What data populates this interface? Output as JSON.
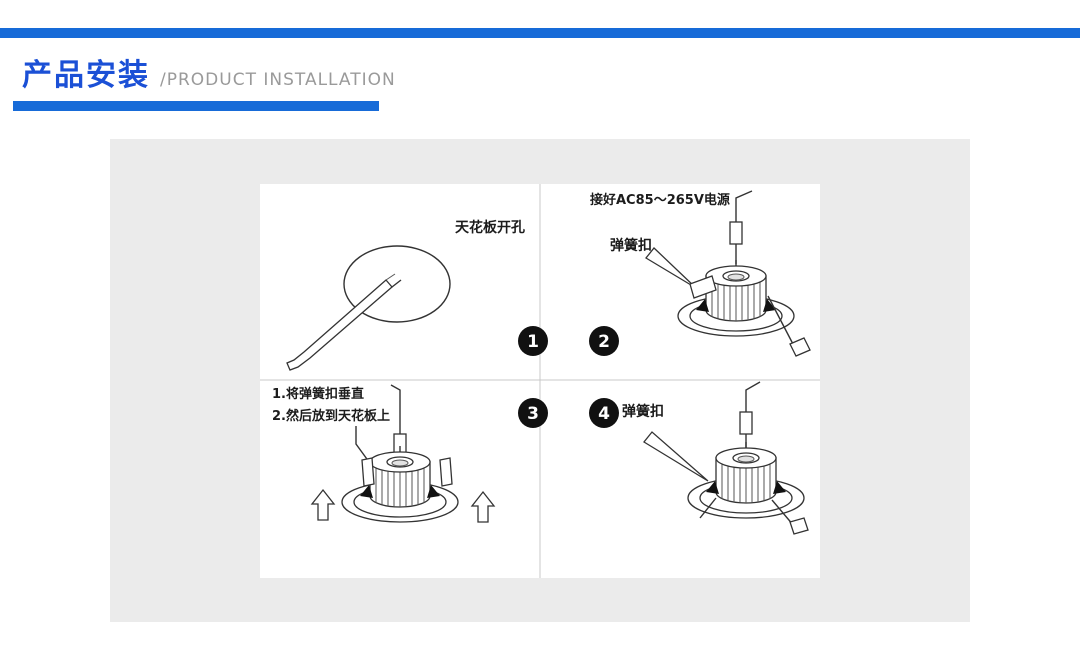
{
  "header": {
    "title_cn": "产品安装",
    "title_en": "/PRODUCT INSTALLATION"
  },
  "colors": {
    "accent_bar_blue": "#176bd8",
    "title_blue": "#1b50d6",
    "subtitle_gray": "#9a9a9a",
    "content_background": "#ebebeb",
    "panel_background": "#ffffff",
    "drawing_line": "#333333",
    "step_badge": "#111111"
  },
  "diagram": {
    "step1": {
      "number": "1",
      "label": "天花板开孔"
    },
    "step2": {
      "number": "2",
      "power_label": "接好AC85～265V电源",
      "clip_label": "弹簧扣"
    },
    "step3": {
      "number": "3",
      "line1": "1.将弹簧扣垂直",
      "line2": "2.然后放到天花板上"
    },
    "step4": {
      "number": "4",
      "clip_label": "弹簧扣"
    }
  }
}
